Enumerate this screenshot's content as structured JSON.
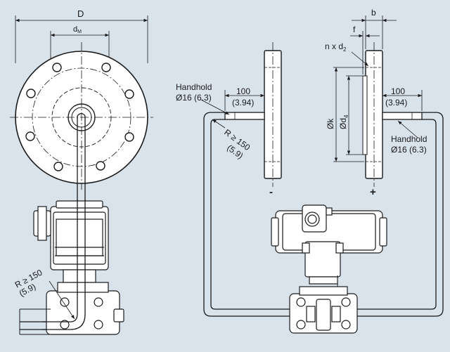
{
  "left_view": {
    "dim_D": "D",
    "dim_dM_base": "d",
    "dim_dM_sub": "M",
    "bend_radius": "R ≥ 150",
    "bend_radius_in": "(5.9)"
  },
  "right_view": {
    "dim_b": "b",
    "dim_f": "f",
    "bolts_base": "n x d",
    "bolts_sub": "2",
    "dim_k": "Øk",
    "dim_d4_base": "Ød",
    "dim_d4_sub": "4",
    "left_length": "100",
    "left_length_in": "(3.94)",
    "right_length": "100",
    "right_length_in": "(3.94)",
    "left_handhold": "Handhold",
    "left_handhold_dim": "Ø16 (6.3)",
    "right_handhold": "Handhold",
    "right_handhold_dim": "Ø16 (6.3)",
    "bend_radius": "R ≥ 150",
    "bend_radius_in": "(5.9)",
    "minus_sign": "-",
    "plus_sign": "+"
  },
  "colors": {
    "background": "#d9e3ec",
    "line": "#1a1a1a",
    "fill": "#ffffff"
  }
}
